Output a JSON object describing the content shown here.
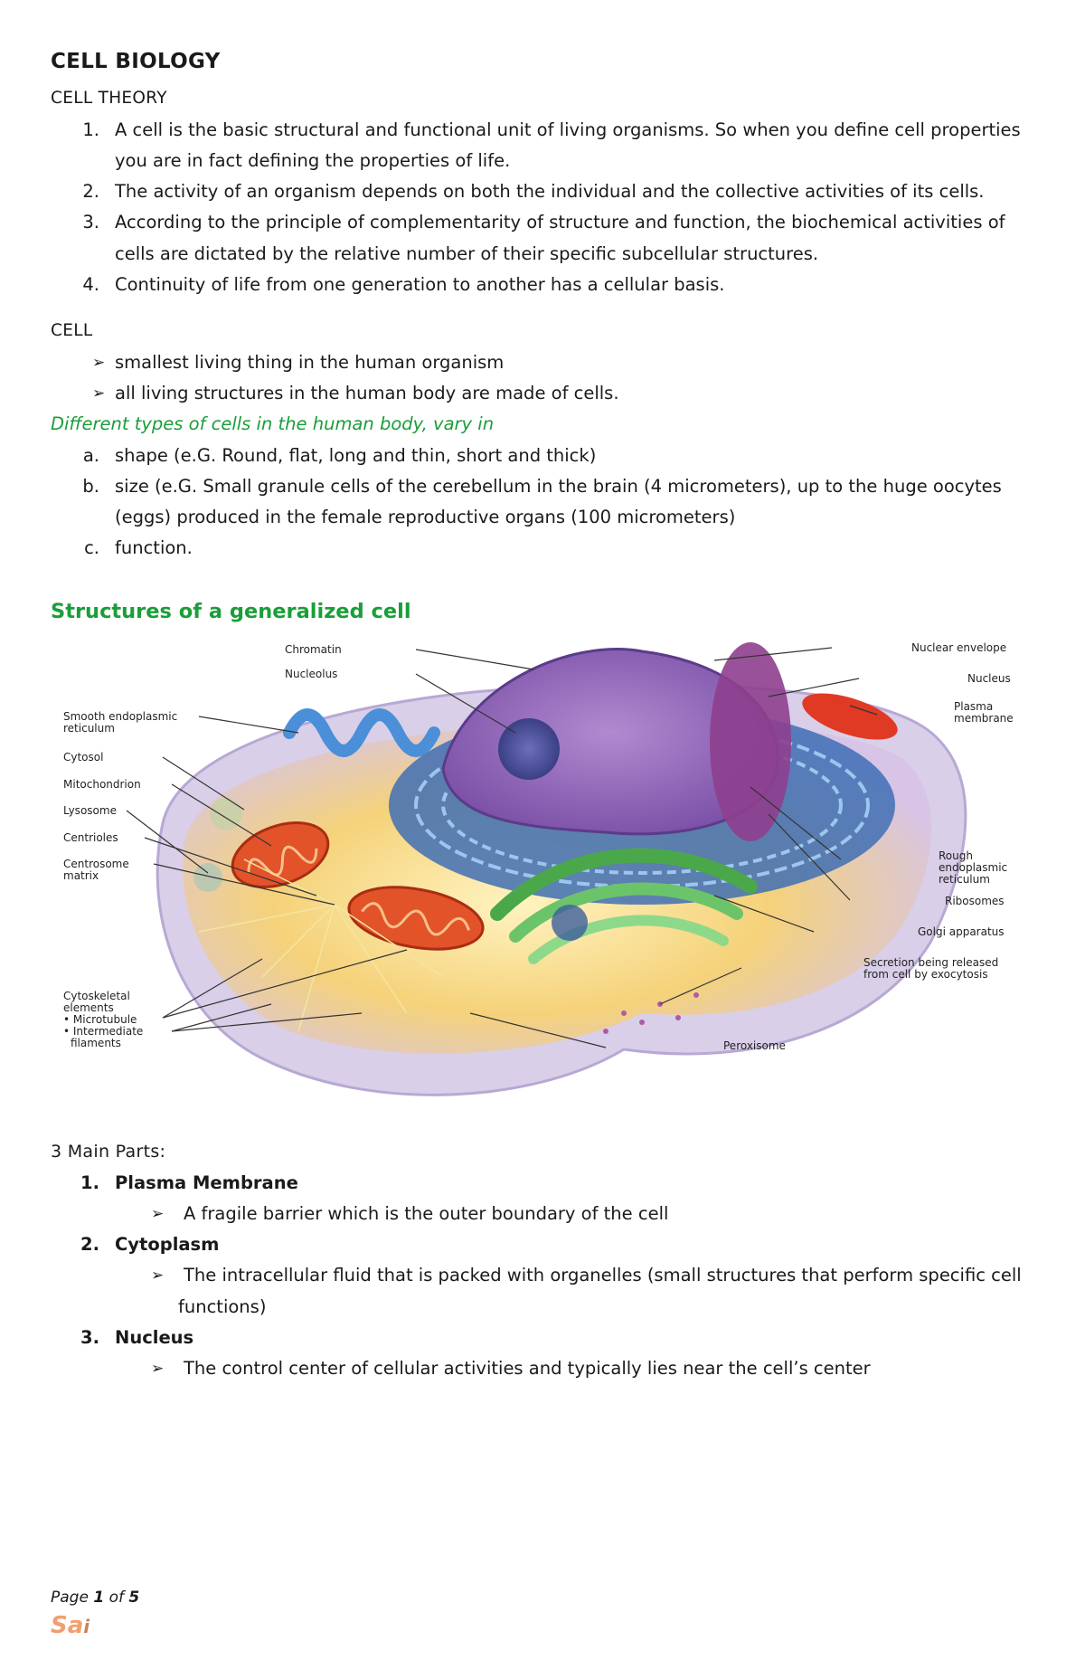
{
  "title": "CELL BIOLOGY",
  "cell_theory": {
    "heading": "CELL THEORY",
    "items": [
      {
        "num": "1.",
        "lines": [
          "A cell is the basic structural and functional unit of living organisms. So when you define cell properties",
          "you are in fact defining the properties of life."
        ]
      },
      {
        "num": "2.",
        "lines": [
          "The activity of an organism depends on both the individual and the collective activities of its cells."
        ]
      },
      {
        "num": "3.",
        "lines": [
          "According to the principle of complementarity of structure and function, the biochemical activities of",
          "cells are dictated by the relative number of their specific subcellular structures."
        ]
      },
      {
        "num": "4.",
        "lines": [
          "Continuity of life from one generation to another has a cellular basis."
        ]
      }
    ]
  },
  "cell": {
    "heading": "CELL",
    "bullets": [
      "smallest living thing in the human organism",
      "all living structures in the human body are made of cells."
    ]
  },
  "types": {
    "heading": "Different types of cells in the human body, vary in",
    "items": [
      {
        "num": "a.",
        "lines": [
          "shape (e.G. Round, flat, long and thin, short and thick)"
        ]
      },
      {
        "num": "b.",
        "lines": [
          "size (e.G. Small granule cells of the cerebellum in the brain (4 micrometers), up to the huge oocytes",
          "(eggs) produced in the female reproductive organs (100 micrometers)"
        ]
      },
      {
        "num": "c.",
        "lines": [
          "function."
        ]
      }
    ]
  },
  "structures_heading": "Structures of a generalized cell",
  "diagram_labels": {
    "left": [
      "Smooth endoplasmic",
      "reticulum",
      "Cytosol",
      "Mitochondrion",
      "Lysosome",
      "Centrioles",
      "Centrosome",
      "matrix",
      "Cytoskeletal",
      "elements",
      "• Microtubule",
      "• Intermediate",
      "filaments"
    ],
    "top": [
      "Chromatin",
      "Nucleolus"
    ],
    "right": [
      "Nuclear envelope",
      "Nucleus",
      "Plasma",
      "membrane",
      "Rough",
      "endoplasmic",
      "reticulum",
      "Ribosomes",
      "Golgi apparatus",
      "Secretion being released",
      "from cell by exocytosis"
    ],
    "bottom": [
      "Peroxisome"
    ]
  },
  "main_parts": {
    "heading": "3 Main Parts:",
    "items": [
      {
        "num": "1.",
        "title": "Plasma Membrane",
        "bullet_lines": [
          "A fragile barrier which is the outer boundary of the cell"
        ]
      },
      {
        "num": "2.",
        "title": "Cytoplasm",
        "bullet_lines": [
          "The intracellular fluid that is packed with organelles (small structures that perform specific cell",
          "functions)"
        ]
      },
      {
        "num": "3.",
        "title": "Nucleus",
        "bullet_lines": [
          "The control center of cellular activities and typically lies near the cell’s center"
        ]
      }
    ]
  },
  "footer": {
    "page_prefix": "Page ",
    "page_num": "1",
    "page_of": " of ",
    "page_total": "5",
    "brand_main": "Sa",
    "brand_tail": "i"
  },
  "colors": {
    "accent_green": "#1a9e3a",
    "brand_orange": "#f0a070"
  }
}
